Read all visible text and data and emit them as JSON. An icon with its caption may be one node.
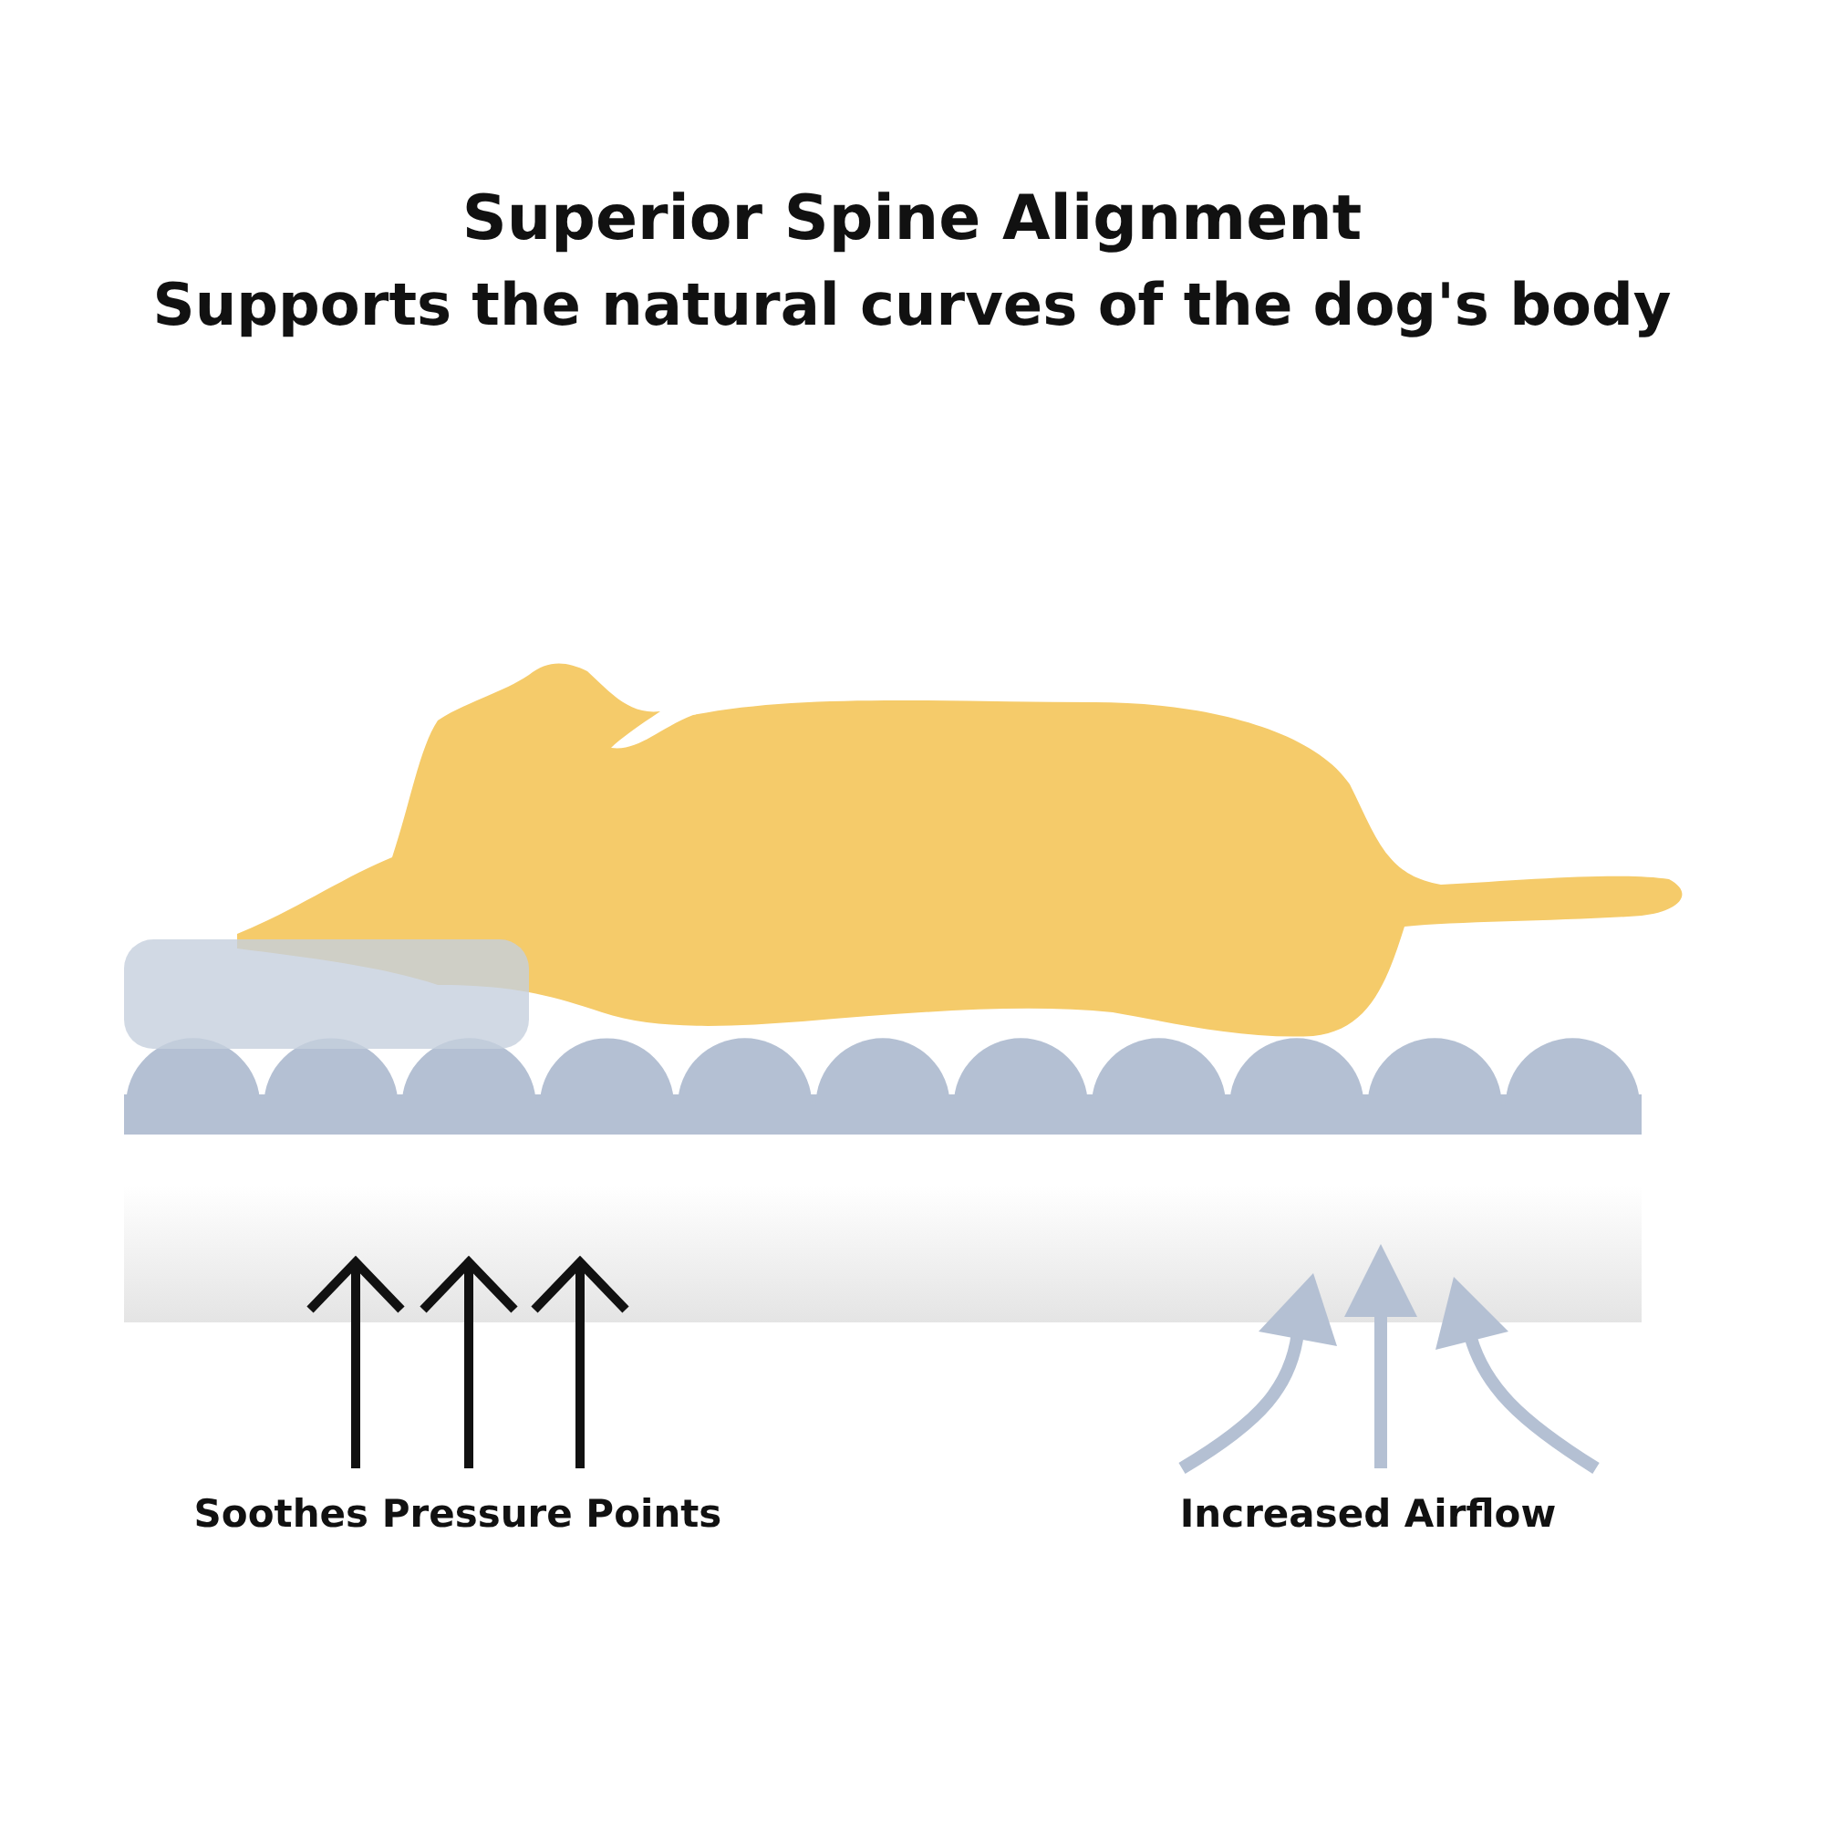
{
  "diagram": {
    "title": "Superior Spine Alignment",
    "labels": [
      "Supports the natural curves of the dog's body",
      "Soothes Pressure Points",
      "Increased Airflow"
    ]
  }
}
